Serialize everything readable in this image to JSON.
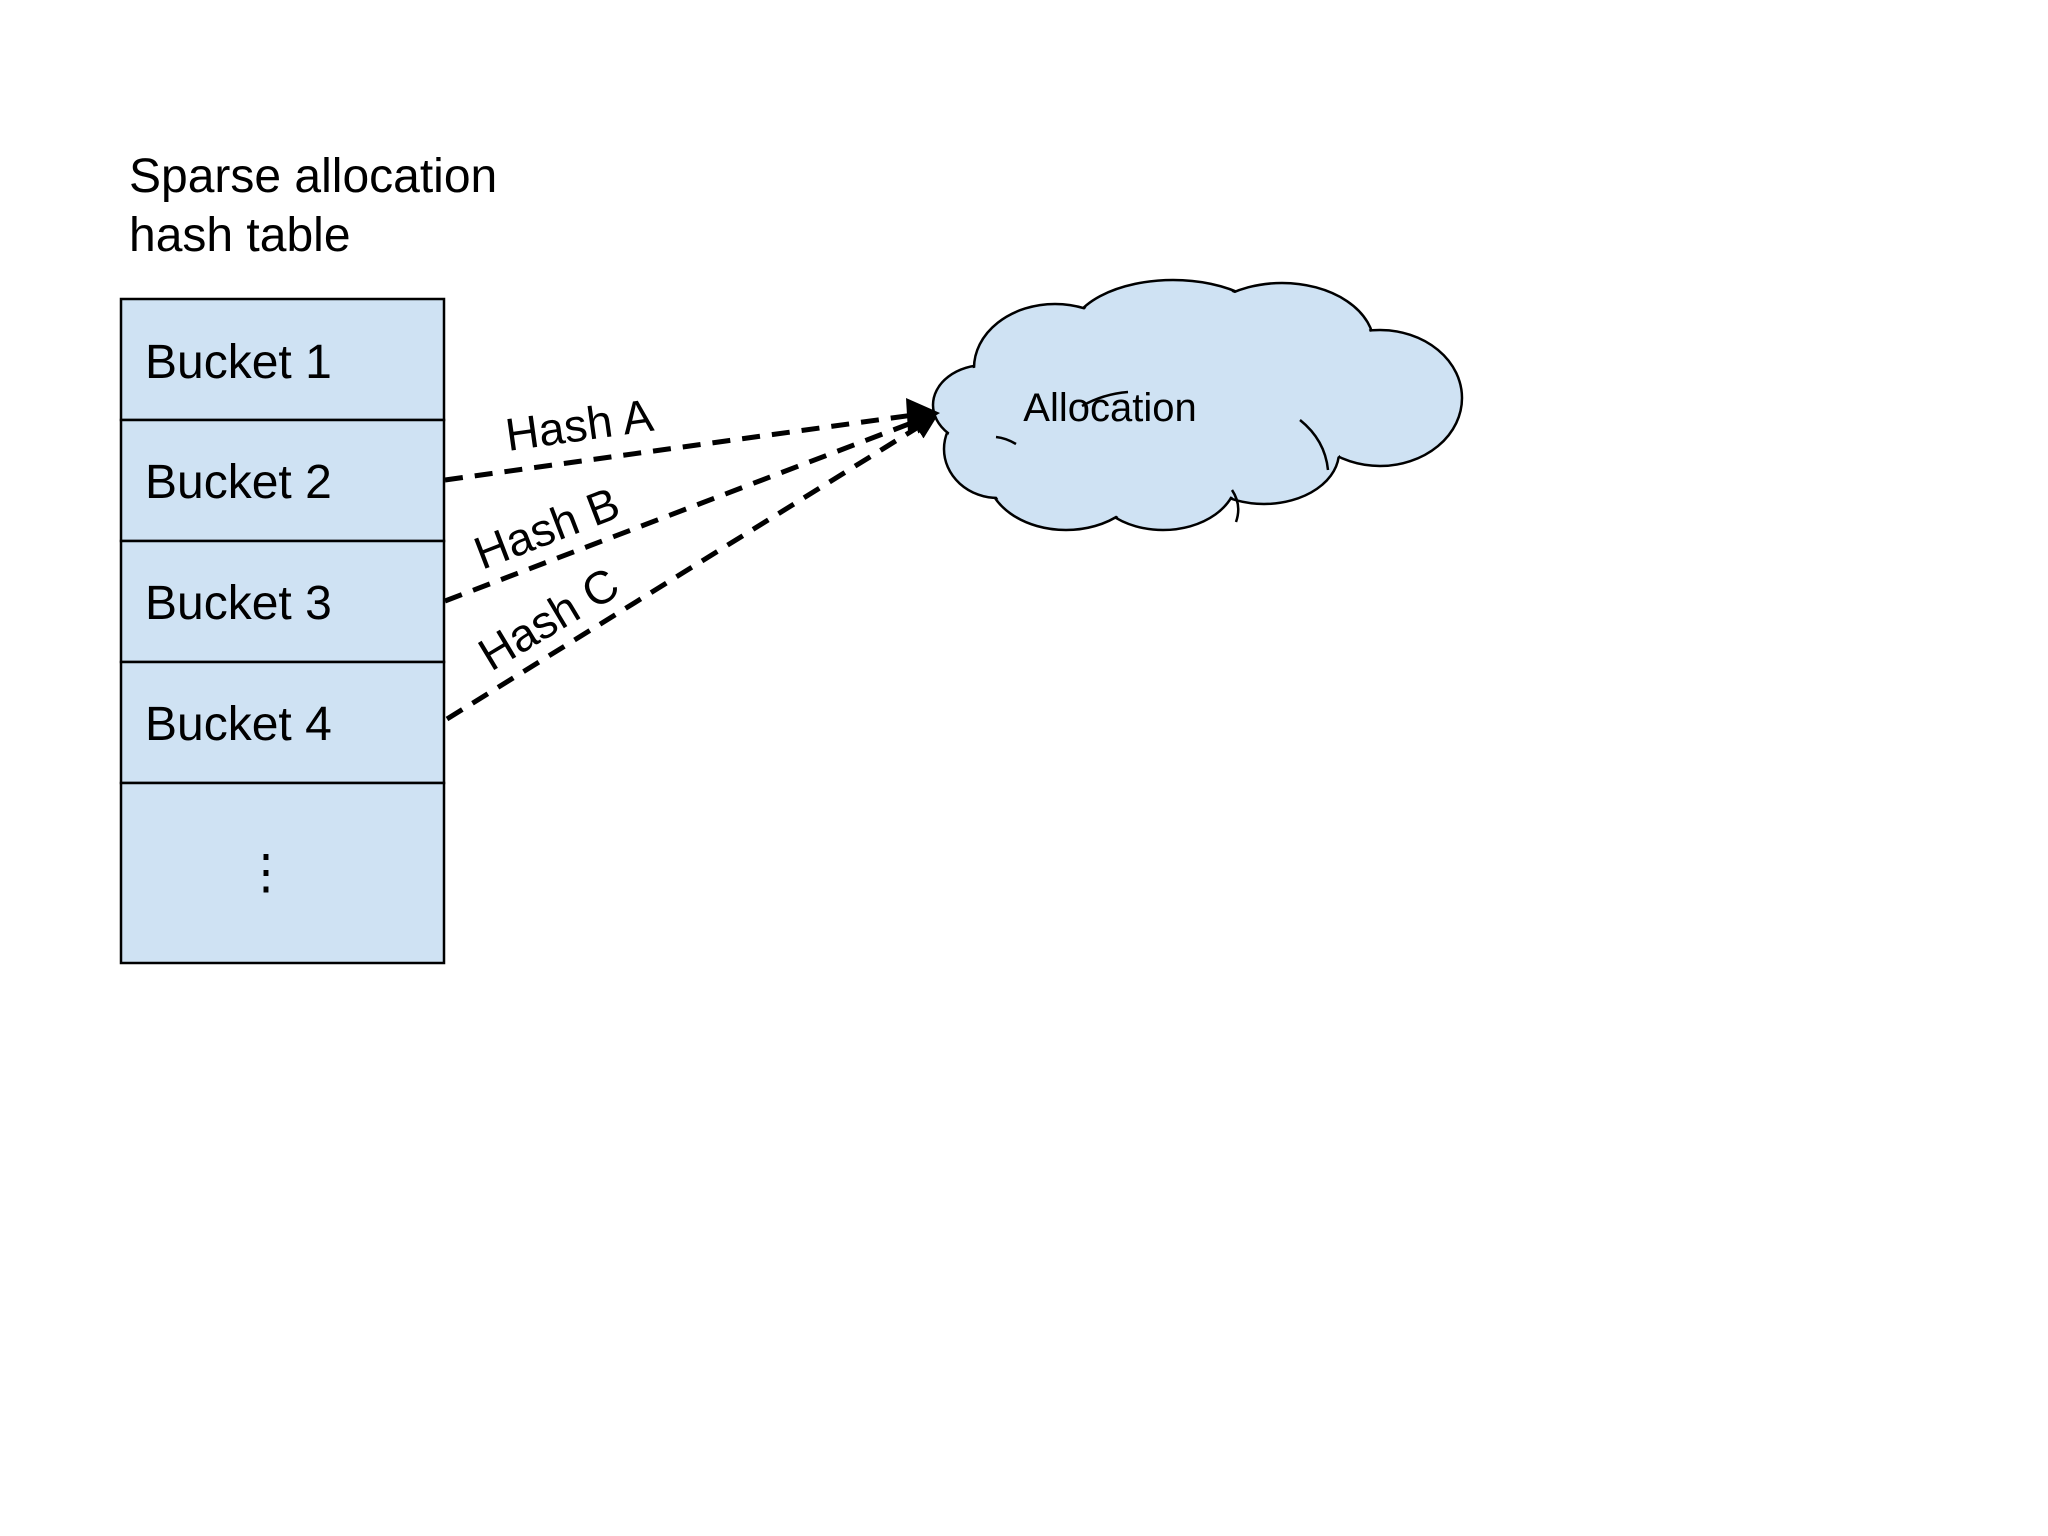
{
  "title": {
    "line1": "Sparse allocation",
    "line2": "hash table"
  },
  "buckets": [
    {
      "label": "Bucket 1"
    },
    {
      "label": "Bucket 2"
    },
    {
      "label": "Bucket 3"
    },
    {
      "label": "Bucket 4"
    },
    {
      "label": "⋮"
    }
  ],
  "edges": [
    {
      "label": "Hash A",
      "from": "Bucket 2",
      "to": "Allocation"
    },
    {
      "label": "Hash B",
      "from": "Bucket 3",
      "to": "Allocation"
    },
    {
      "label": "Hash C",
      "from": "Bucket 4",
      "to": "Allocation"
    }
  ],
  "target": {
    "label": "Allocation",
    "shape": "cloud-icon"
  },
  "colors": {
    "fill": "#cfe2f3",
    "stroke": "#000000",
    "background": "#ffffff"
  }
}
